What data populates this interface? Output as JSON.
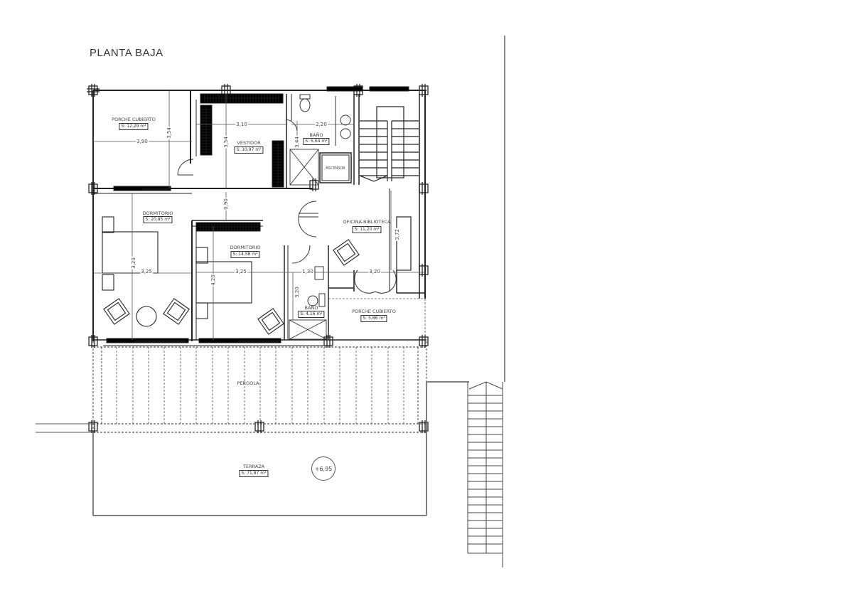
{
  "plan": {
    "title": "PLANTA BAJA",
    "level_marker": "+6,95",
    "rooms": [
      {
        "id": "porche-cubierto-1",
        "name": "PORCHE CUBIERTO",
        "area": "S: 12,29 m²"
      },
      {
        "id": "vestidor",
        "name": "VESTIDOR",
        "area": "S: 10,97 m²"
      },
      {
        "id": "bano-1",
        "name": "BAÑO",
        "area": "S: 5,64 m²"
      },
      {
        "id": "ascensor",
        "name": "ASCENSOR",
        "area": ""
      },
      {
        "id": "dormitorio-1",
        "name": "DORMITORIO",
        "area": "S: 20,85 m²"
      },
      {
        "id": "dormitorio-2",
        "name": "DORMITORIO",
        "area": "S: 14,58 m²"
      },
      {
        "id": "oficina-biblioteca",
        "name": "OFICINA-BIBLIOTECA",
        "area": "S: 11,20 m²"
      },
      {
        "id": "bano-2",
        "name": "BAÑO",
        "area": "S: 4,16 m²"
      },
      {
        "id": "porche-cubierto-2",
        "name": "PORCHE CUBIERTO",
        "area": "S: 5,86 m²"
      },
      {
        "id": "pergola",
        "name": "PERGOLA",
        "area": ""
      },
      {
        "id": "terraza",
        "name": "TERRAZA",
        "area": "S: 71,87 m²"
      }
    ],
    "dimensions": {
      "porche_width": "3,90",
      "porche_height": "3,54",
      "vestidor_width": "3,10",
      "vestidor_height": "3,54",
      "bano1_width": "2,20",
      "bano1_height": "3,44",
      "hall_height": "0,90",
      "dorm1_width": "3,25",
      "dorm1_height": "3,20",
      "dorm2_width": "3,25",
      "dorm2_height": "4,20",
      "bano2_width": "1,30",
      "bano2_height": "3,20",
      "oficina_width": "3,20",
      "oficina_height": "3,72"
    }
  }
}
